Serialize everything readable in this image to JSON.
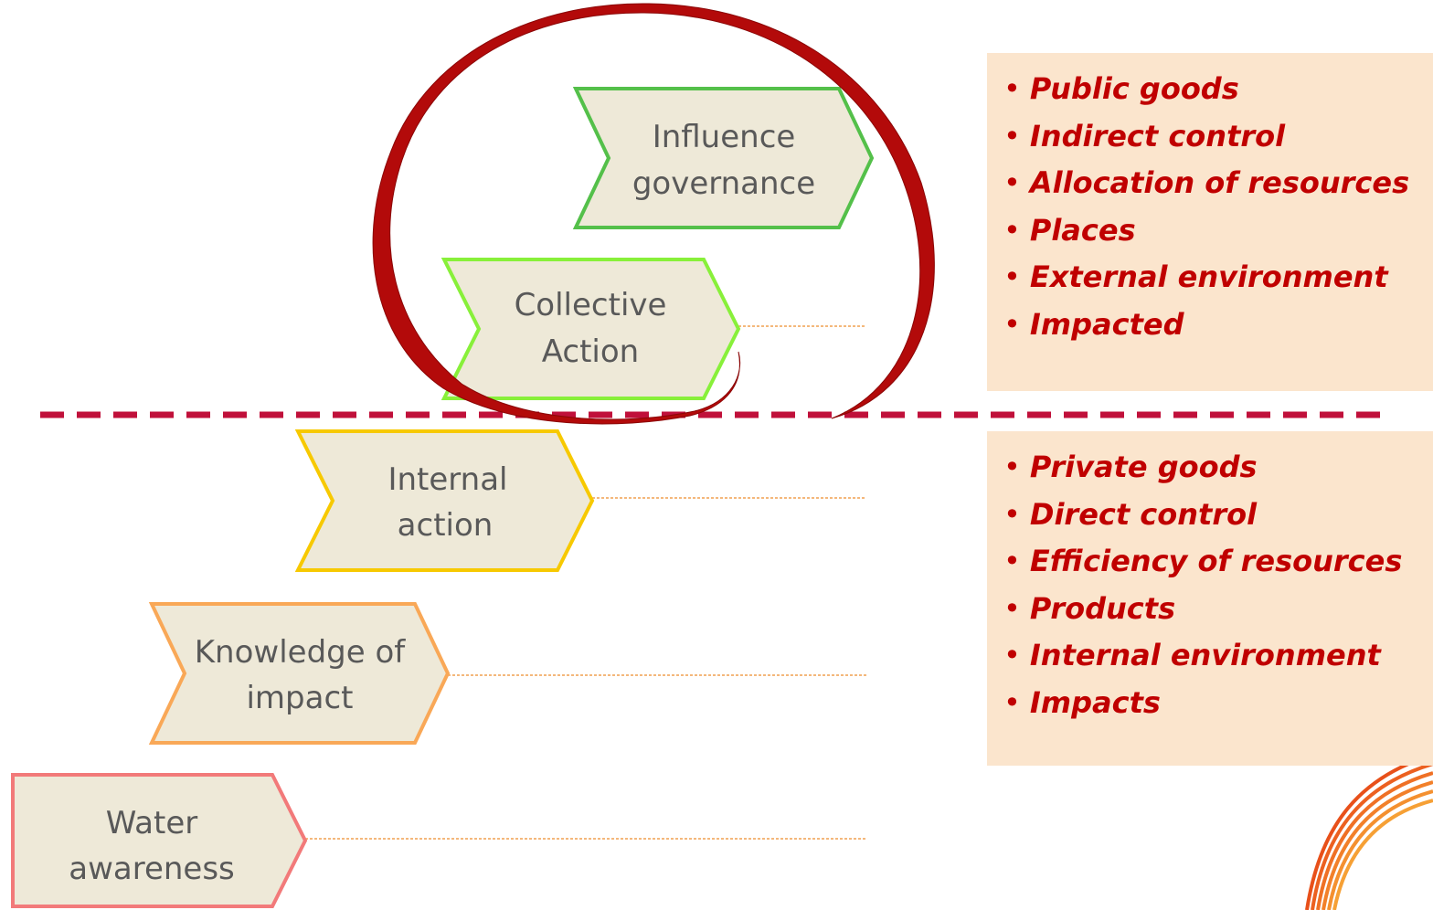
{
  "steps": [
    {
      "id": "water",
      "line1": "Water",
      "line2": "awareness",
      "color": "#f27a7a"
    },
    {
      "id": "knowledge",
      "line1": "Knowledge of",
      "line2": "impact",
      "color": "#f9a857"
    },
    {
      "id": "internal",
      "line1": "Internal",
      "line2": "action",
      "color": "#f7c900"
    },
    {
      "id": "collective",
      "line1": "Collective",
      "line2": "Action",
      "color": "#88f03a"
    },
    {
      "id": "influence",
      "line1": "Influence",
      "line2": "governance",
      "color": "#54c04a"
    }
  ],
  "public_list": [
    "Public goods",
    "Indirect control",
    "Allocation of resources",
    "Places",
    "External environment",
    "Impacted"
  ],
  "private_list": [
    "Private goods",
    "Direct control",
    "Efficiency of resources",
    "Products",
    "Internal environment",
    "Impacts"
  ],
  "colors": {
    "step_fill": "#eee9d8",
    "panel_fill": "#fbe5cd",
    "list_text": "#c00000",
    "divider": "#c0103a",
    "circle": "#b30a0a",
    "connector": "#f0a050"
  }
}
